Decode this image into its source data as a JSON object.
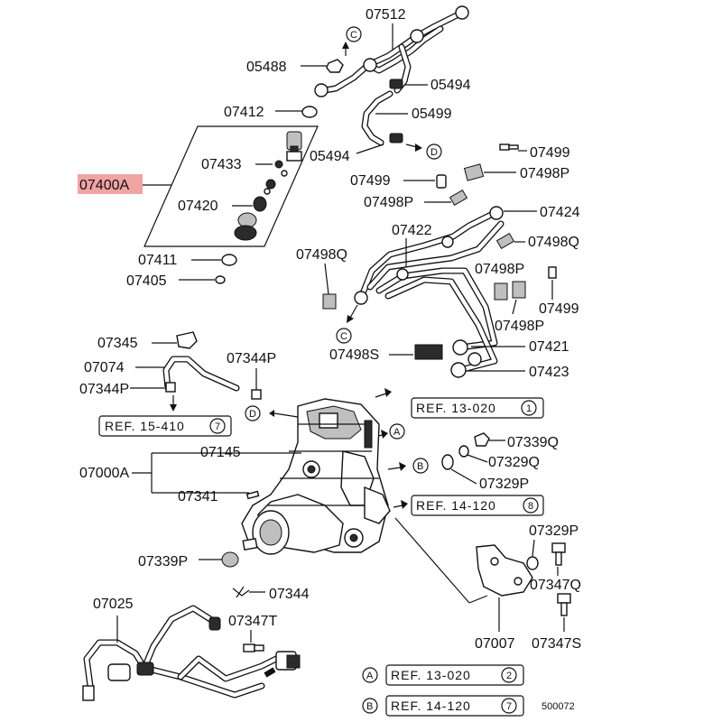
{
  "diagram": {
    "highlight_part": "07400A",
    "highlight_color": "#f08080",
    "drawing_number": "500072",
    "labels": {
      "p07512": "07512",
      "p05488": "05488",
      "p05494a": "05494",
      "p07412": "07412",
      "p05499": "05499",
      "p05494b": "05494",
      "p07499a": "07499",
      "p07433": "07433",
      "p07400A": "07400A",
      "p07499b": "07499",
      "p07498Pa": "07498P",
      "p07420": "07420",
      "p07498Pb": "07498P",
      "p07424": "07424",
      "p07422": "07422",
      "p07498Qa": "07498Q",
      "p07498Qb": "07498Q",
      "p07411": "07411",
      "p07498Pc": "07498P",
      "p07405": "07405",
      "p07499c": "07499",
      "p07498Pd": "07498P",
      "p07345": "07345",
      "p07421": "07421",
      "p07344Pa": "07344P",
      "p07498S": "07498S",
      "p07074": "07074",
      "p07423": "07423",
      "p07344Pb": "07344P",
      "p07145": "07145",
      "p07339Q": "07339Q",
      "p07329Q": "07329Q",
      "p07000A": "07000A",
      "p07329Pa": "07329P",
      "p07341": "07341",
      "p07329Pb": "07329P",
      "p07339P": "07339P",
      "p07347Q": "07347Q",
      "p07344": "07344",
      "p07025": "07025",
      "p07347T": "07347T",
      "p07007": "07007",
      "p07347S": "07347S"
    },
    "refs": {
      "r1": "REF. 13-020",
      "r1n": "1",
      "r2": "REF. 15-410",
      "r2n": "7",
      "r3": "REF. 14-120",
      "r3n": "8",
      "r4": "REF. 13-020",
      "r4n": "2",
      "r5": "REF. 14-120",
      "r5n": "7"
    },
    "connectors": {
      "A": "A",
      "B": "B",
      "C": "C",
      "D": "D"
    }
  }
}
